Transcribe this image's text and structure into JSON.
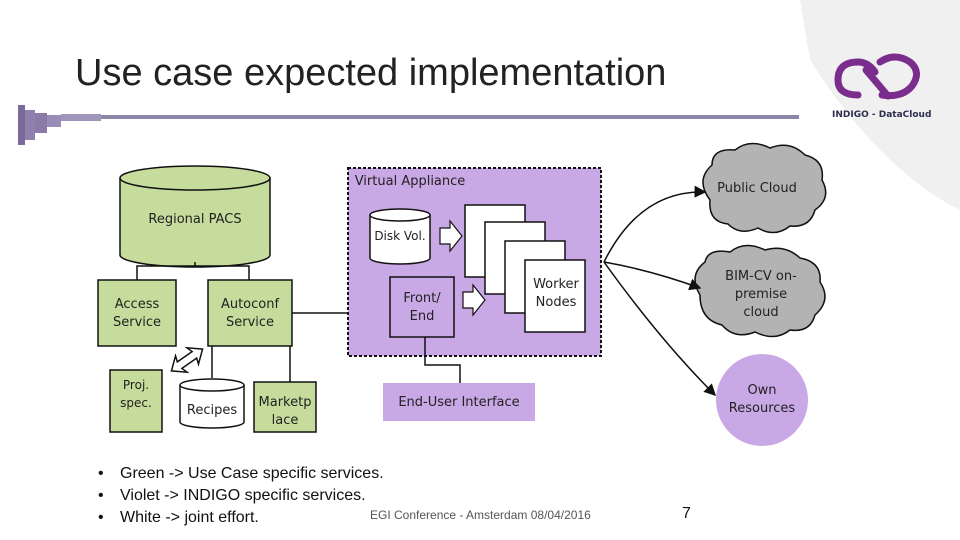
{
  "title": "Use case expected implementation",
  "logo": {
    "text": "INDIGO - DataCloud"
  },
  "diagram": {
    "regional_pacs": "Regional PACS",
    "access_service": "Access Service",
    "autoconf_service": "Autoconf Service",
    "proj_spec": "Proj. spec.",
    "recipes": "Recipes",
    "marketplace": "Marketp lace",
    "virtual_appliance": "Virtual Appliance",
    "disk_vol": "Disk Vol.",
    "front_end": "Front/ End",
    "worker_nodes": "Worker Nodes",
    "end_user_interface": "End-User Interface",
    "public_cloud": "Public Cloud",
    "bim_cv": "BIM-CV on-premise cloud",
    "own_resources": "Own Resources"
  },
  "bullets": [
    "Green -> Use Case specific services.",
    "Violet -> INDIGO specific services.",
    "White -> joint effort."
  ],
  "footer": "EGI Conference - Amsterdam 08/04/2016",
  "page_number": "7",
  "colors": {
    "green": "#c6dc9c",
    "violet": "#c9a8e6",
    "cloud": "#b3b3b3",
    "dark": "#111111"
  }
}
